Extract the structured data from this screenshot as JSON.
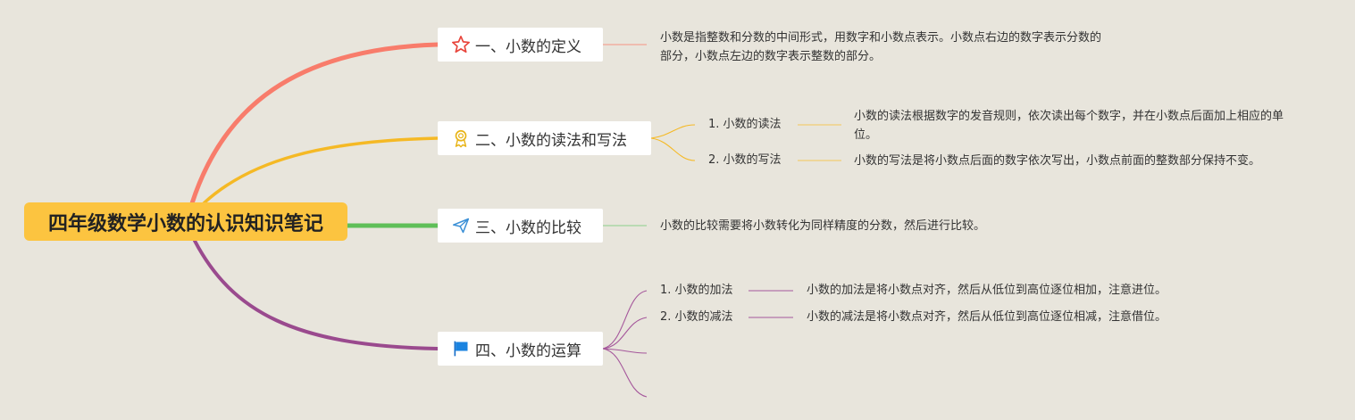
{
  "root": {
    "title": "四年级数学小数的认识知识笔记",
    "color": "#fcc440"
  },
  "branches": [
    {
      "label": "一、小数的定义",
      "icon": "star-outline-icon",
      "color": "#f87c6b",
      "note": "小数是指整数和分数的中间形式，用数字和小数点表示。小数点右边的数字表示分数的部分，小数点左边的数字表示整数的部分。"
    },
    {
      "label": "二、小数的读法和写法",
      "icon": "award-ribbon-icon",
      "color": "#f5b925",
      "children": [
        {
          "label": "1. 小数的读法",
          "note": "小数的读法根据数字的发音规则，依次读出每个数字，并在小数点后面加上相应的单位。"
        },
        {
          "label": "2. 小数的写法",
          "note": "小数的写法是将小数点后面的数字依次写出，小数点前面的整数部分保持不变。"
        }
      ]
    },
    {
      "label": "三、小数的比较",
      "icon": "paper-plane-icon",
      "color": "#5fbf58",
      "note": "小数的比较需要将小数转化为同样精度的分数，然后进行比较。"
    },
    {
      "label": "四、小数的运算",
      "icon": "flag-icon",
      "color": "#9a4a8e",
      "children": [
        {
          "label": "1. 小数的加法",
          "note": "小数的加法是将小数点对齐，然后从低位到高位逐位相加，注意进位。"
        },
        {
          "label": "2. 小数的减法",
          "note": "小数的减法是将小数点对齐，然后从低位到高位逐位相减，注意借位。"
        }
      ]
    }
  ]
}
